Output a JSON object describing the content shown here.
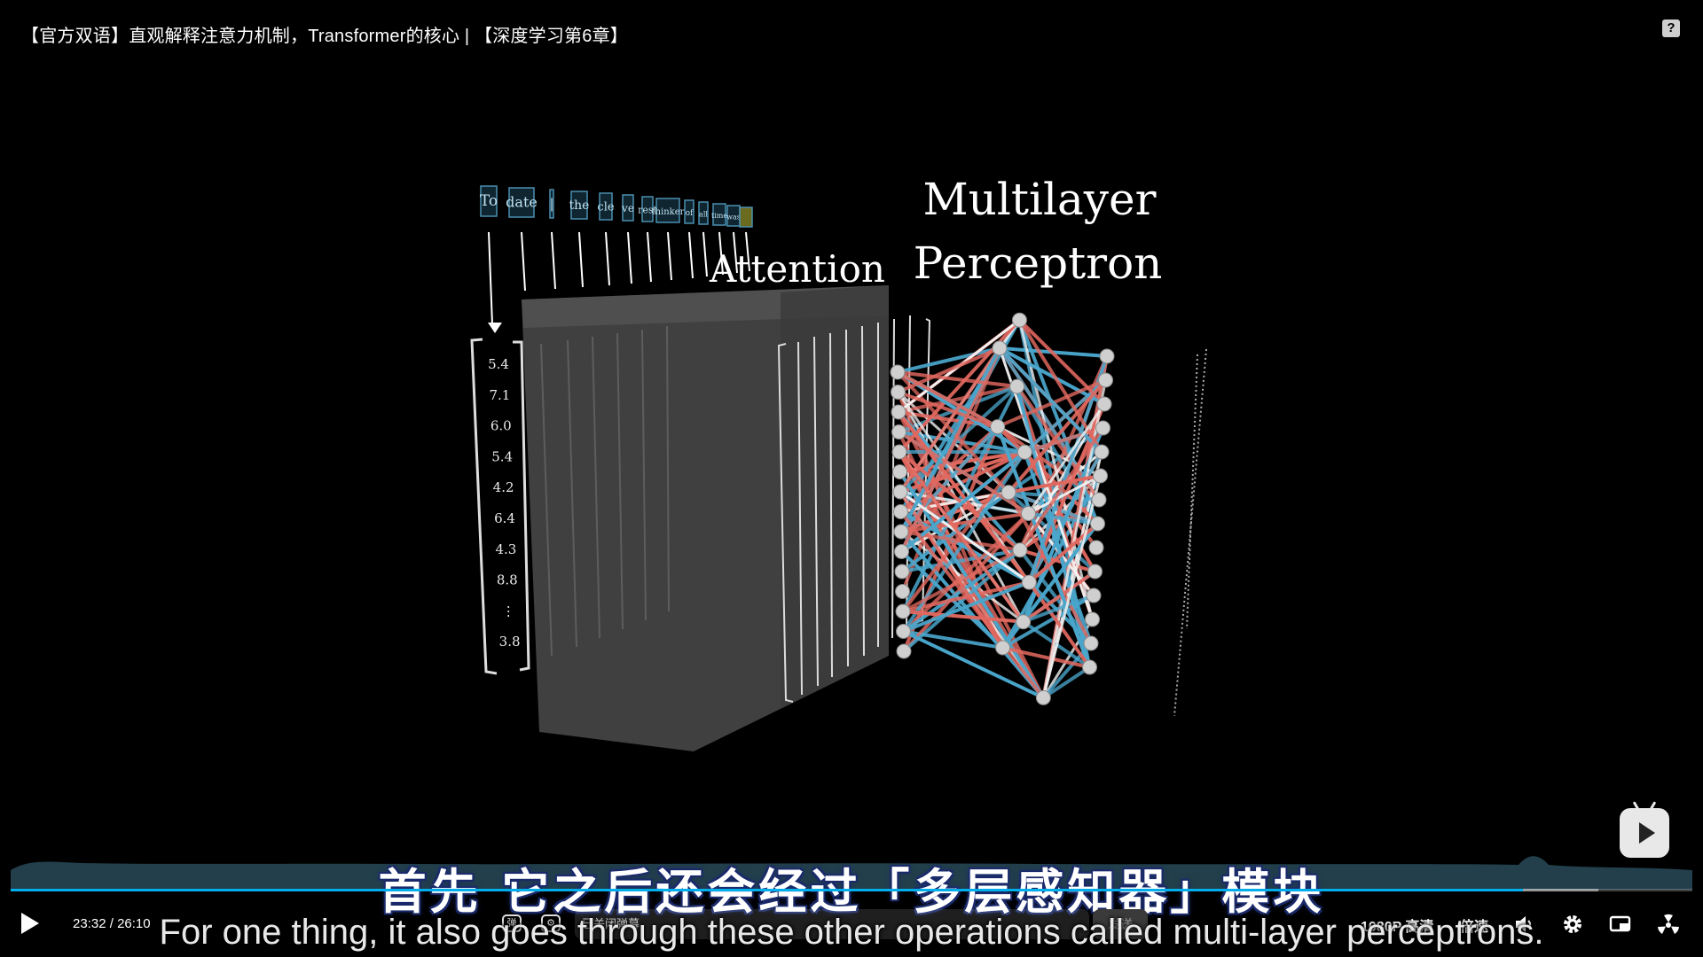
{
  "video": {
    "title": "【官方双语】直观解释注意力机制，Transformer的核心 | 【深度学习第6章】",
    "help_label": "?"
  },
  "scene": {
    "tokens": [
      "To",
      "date",
      "|",
      "the",
      "cle",
      "ve",
      "rest",
      "thinker",
      "of",
      "all",
      "time",
      "was",
      ""
    ],
    "attention_label": "Attention",
    "mlp_label_line1": "Multilayer",
    "mlp_label_line2": "Perceptron",
    "vector_values": [
      "5.4",
      "7.1",
      "6.0",
      "5.4",
      "4.2",
      "6.4",
      "4.3",
      "8.8",
      "⋮",
      "3.8"
    ],
    "colors": {
      "red_edge": "#e0685f",
      "blue_edge": "#4aa6cc",
      "white_edge": "#f2f2f2",
      "token_box": "#4a8fb0",
      "accent": "#00aeec"
    }
  },
  "subtitles": {
    "zh": "首先  它之后还会经过「多层感知器」模块",
    "en": "For one thing, it also goes through these other operations called multi-layer perceptrons."
  },
  "player": {
    "current_time": "23:32",
    "separator": "/",
    "duration": "26:10",
    "progress": 0.899,
    "buffered": 0.944,
    "danmaku_toggle_label": "弹",
    "danmaku_settings_label": "⚙",
    "danmaku_placeholder": "已关闭弹幕",
    "send_label": "发送",
    "quality_label": "1080P 高清",
    "speed_label": "倍速",
    "icons": [
      "play-icon",
      "volume-icon",
      "settings-icon",
      "pip-icon",
      "fullscreen-icon",
      "bilibili-tv-icon"
    ]
  }
}
